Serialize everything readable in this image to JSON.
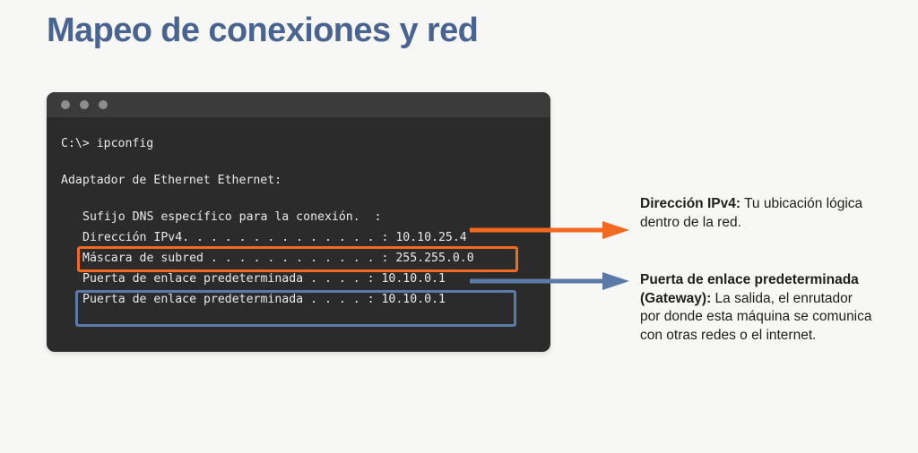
{
  "slide": {
    "title": "Mapeo de conexiones y red",
    "title_color": "#4a6491",
    "background_color": "#f7f7f5"
  },
  "terminal": {
    "window_dots": [
      "dot-1",
      "dot-2",
      "dot-3"
    ],
    "titlebar_color": "#3b3b3b",
    "body_color": "#2b2b2b",
    "lines": {
      "prompt": "C:\\> ipconfig",
      "adapter": "Adaptador de Ethernet Ethernet:",
      "dns_suffix": "Sufijo DNS específico para la conexión.  :",
      "ipv4": "Dirección IPv4. . . . . . . . . . . . . . : 10.10.25.4",
      "subnet_mask": "Máscara de subred . . . . . . . . . . . . : 255.255.0.0",
      "gateway_1": "Puerta de enlace predeterminada . . . . : 10.10.0.1",
      "gateway_2": "Puerta de enlace predeterminada . . . . : 10.10.0.1"
    },
    "values": {
      "ipv4_address": "10.10.25.4",
      "subnet_mask": "255.255.0.0",
      "default_gateway": "10.10.0.1"
    }
  },
  "highlights": {
    "ipv4_box_color": "#f26a21",
    "gateway_box_color": "#5b7aa8"
  },
  "annotations": [
    {
      "id": "ipv4",
      "term": "Dirección IPv4:",
      "description": " Tu ubicación lógica dentro de la red.",
      "arrow_color": "#f26a21"
    },
    {
      "id": "gateway",
      "term": "Puerta de enlace predeterminada (Gateway):",
      "description": " La salida, el enrutador por donde esta máquina se comunica con otras redes o el internet.",
      "arrow_color": "#5b7aa8"
    }
  ]
}
